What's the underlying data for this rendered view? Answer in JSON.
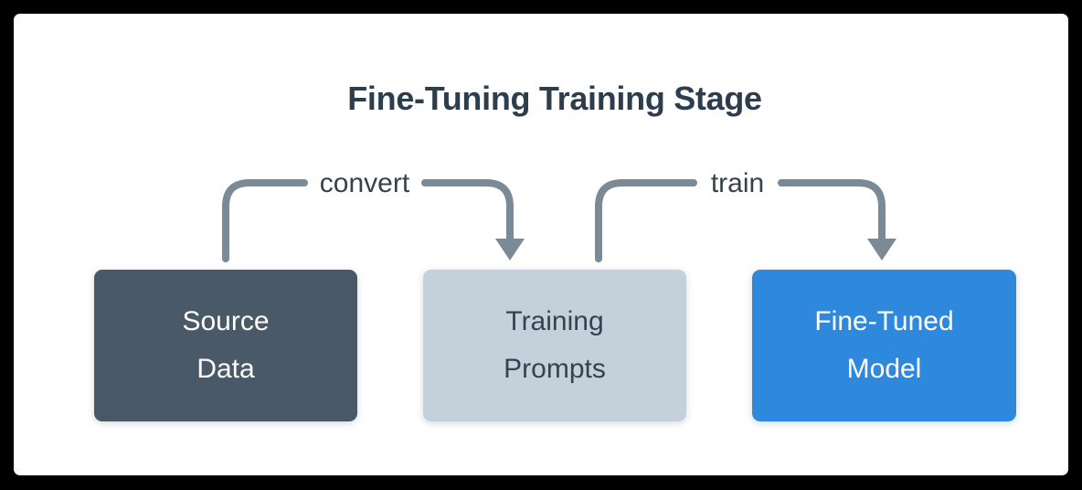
{
  "title": "Fine-Tuning Training Stage",
  "arrows": [
    {
      "id": "convert-arrow",
      "label": "convert",
      "from": "source-data",
      "to": "training-prompts"
    },
    {
      "id": "train-arrow",
      "label": "train",
      "from": "training-prompts",
      "to": "fine-tuned-model"
    }
  ],
  "boxes": [
    {
      "id": "source-data",
      "line1": "Source",
      "line2": "Data",
      "fill": "#4a5967",
      "text_color": "#fdfdfe"
    },
    {
      "id": "training-prompts",
      "line1": "Training",
      "line2": "Prompts",
      "fill": "#c4d1da",
      "text_color": "#36434f"
    },
    {
      "id": "fine-tuned-model",
      "line1": "Fine-Tuned",
      "line2": "Model",
      "fill": "#2e89dd",
      "text_color": "#fdfdfe"
    }
  ],
  "colors": {
    "arrow": "#7b8a97",
    "title_text": "#2c3d4d",
    "arrow_label_text": "#35424e",
    "canvas_frame": "#000000",
    "card_background": "#ffffff"
  }
}
